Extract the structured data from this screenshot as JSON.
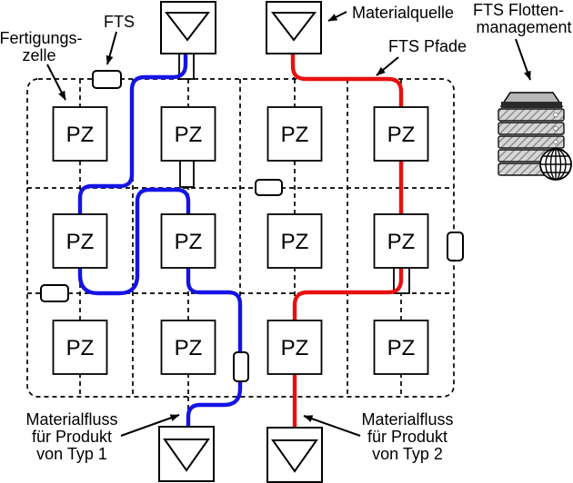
{
  "diagram": {
    "cell_label": "PZ",
    "colors": {
      "flow_typ1": "#1414e6",
      "flow_typ2": "#e81010",
      "ink": "#000000"
    },
    "labels": {
      "fertigungszelle_1": "Fertigungs-",
      "fertigungszelle_2": "zelle",
      "fts": "FTS",
      "materialquelle": "Materialquelle",
      "fts_pfade": "FTS Pfade",
      "flottenmanagement_1": "FTS Flotten-",
      "flottenmanagement_2": "management",
      "materialfluss_typ1_1": "Materialfluss",
      "materialfluss_typ1_2": "für Produkt",
      "materialfluss_typ1_3": "von Typ 1",
      "materialfluss_typ2_1": "Materialfluss",
      "materialfluss_typ2_2": "für Produkt",
      "materialfluss_typ2_3": "von Typ 2"
    }
  }
}
